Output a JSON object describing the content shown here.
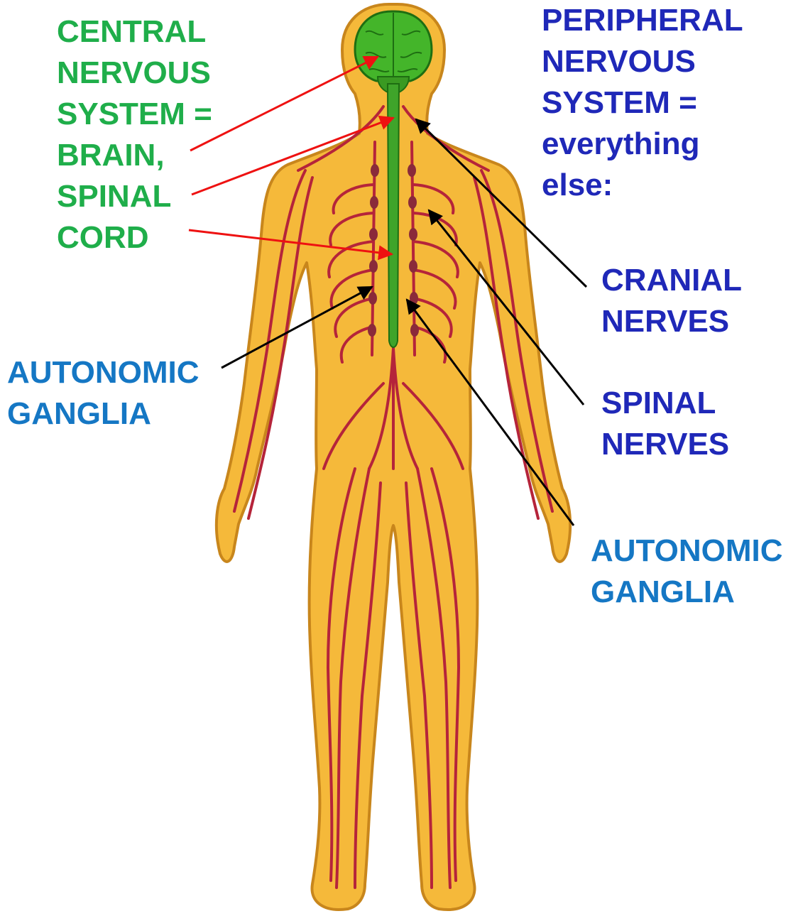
{
  "labels": {
    "cns": {
      "lines": [
        "CENTRAL",
        "NERVOUS",
        "SYSTEM =",
        "BRAIN,",
        "SPINAL",
        "CORD"
      ]
    },
    "pns": {
      "lines": [
        "PERIPHERAL",
        "NERVOUS",
        "SYSTEM =",
        "everything",
        "else:"
      ]
    },
    "cranial_nerves": {
      "lines": [
        "CRANIAL",
        "NERVES"
      ]
    },
    "spinal_nerves": {
      "lines": [
        "SPINAL",
        "NERVES"
      ]
    },
    "autonomic_ganglia_left": {
      "lines": [
        "AUTONOMIC",
        "GANGLIA"
      ]
    },
    "autonomic_ganglia_right": {
      "lines": [
        "AUTONOMIC",
        "GANGLIA"
      ]
    }
  },
  "colors": {
    "cns_text": "#1fae4a",
    "pns_text": "#1f28b8",
    "autonomic_text": "#1577c4",
    "cns_pointer": "#ee1111",
    "pns_pointer": "#000000",
    "skin": "#f5b93a",
    "skin_outline": "#c8861c",
    "nerve": "#b5243a",
    "brain": "#44b52a",
    "spinal_cord": "#3fa42a"
  }
}
